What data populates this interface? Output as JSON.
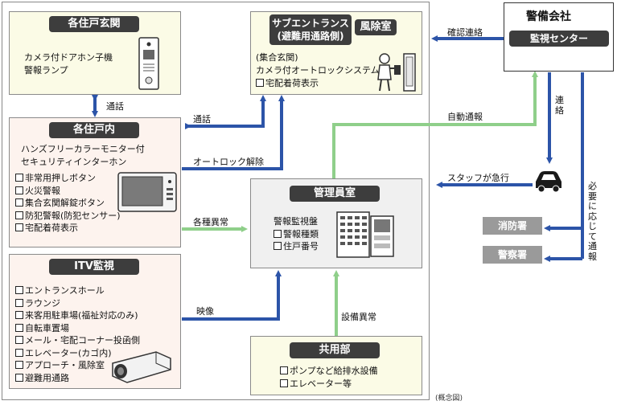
{
  "entrance": {
    "title": "各住戸玄関",
    "items": [
      "カメラ付ドアホン子機",
      "警報ランプ"
    ]
  },
  "sub_entrance": {
    "title_line1": "サブエントランス",
    "title_line2": "(避難用通路側)",
    "windbreak": "風除室",
    "desc": [
      "(集合玄関)",
      "カメラ付オートロックシステム"
    ],
    "checkbox_item": "宅配着荷表示"
  },
  "security_company": {
    "title": "警備会社",
    "center": "監視センター"
  },
  "interior": {
    "title": "各住戸内",
    "desc": [
      "ハンズフリーカラーモニター付",
      "セキュリティインターホン"
    ],
    "items": [
      "非常用押しボタン",
      "火災警報",
      "集合玄関解錠ボタン",
      "防犯警報(防犯センサー)",
      "宅配着荷表示"
    ]
  },
  "management": {
    "title": "管理員室",
    "panel": "警報監視盤",
    "items": [
      "警報種類",
      "住戸番号"
    ]
  },
  "itv": {
    "title": "ITV監視",
    "items": [
      "エントランスホール",
      "ラウンジ",
      "来客用駐車場(福祉対応のみ)",
      "自転車置場",
      "メール・宅配コーナー投函側",
      "エレベーター(カゴ内)",
      "アプローチ・風除室",
      "避難用通路"
    ]
  },
  "common": {
    "title": "共用部",
    "items": [
      "ポンプなど給排水設備",
      "エレベーター等"
    ]
  },
  "agencies": {
    "fire": "消防署",
    "police": "警察署"
  },
  "labels": {
    "call1": "通話",
    "call2": "通話",
    "confirm": "確認連絡",
    "auto_report": "自動通報",
    "autolock": "オートロック解除",
    "contact": "連絡",
    "staff": "スタッフが急行",
    "various": "各種異常",
    "video": "映像",
    "equipment": "設備異常",
    "as_needed": "必要に応じて通報"
  },
  "footnote": "(概念図)"
}
